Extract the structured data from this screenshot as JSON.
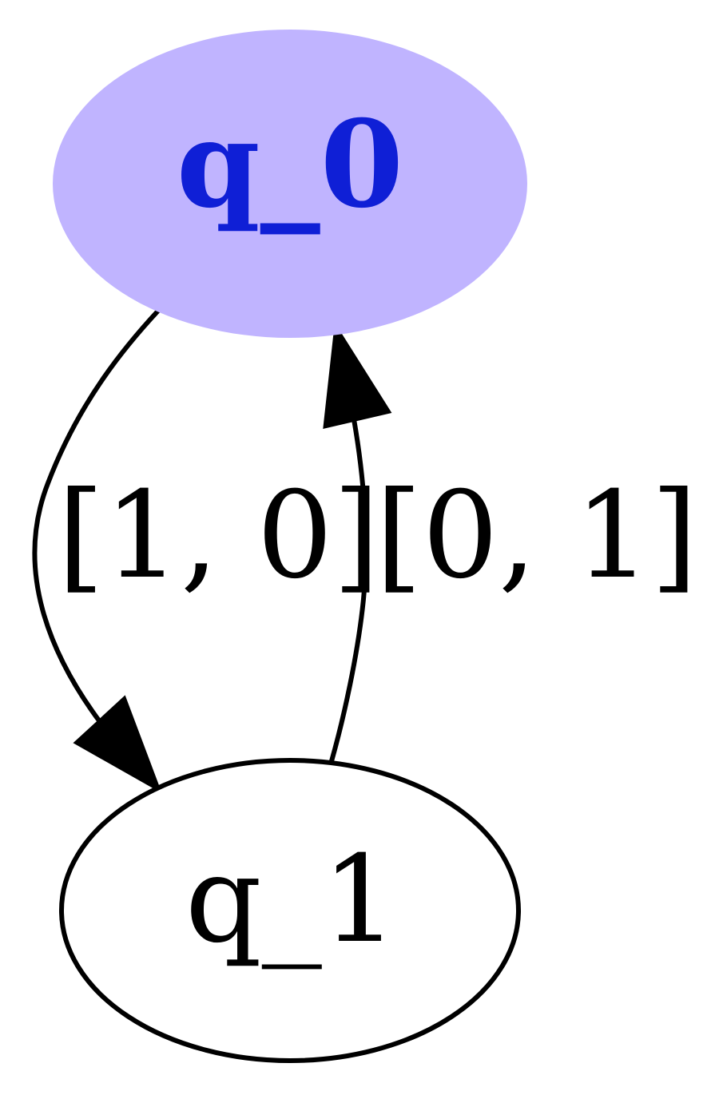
{
  "colors": {
    "start_fill": "#c0b4ff",
    "start_text": "#0f1fd6",
    "stroke": "#000000",
    "text": "#000000"
  },
  "nodes": {
    "start": {
      "label": "q_0"
    },
    "second": {
      "label": "q_1"
    }
  },
  "edges": {
    "q0_to_q1": {
      "label": "[1, 0]"
    },
    "q1_to_q0": {
      "label": "[0, 1]"
    }
  }
}
